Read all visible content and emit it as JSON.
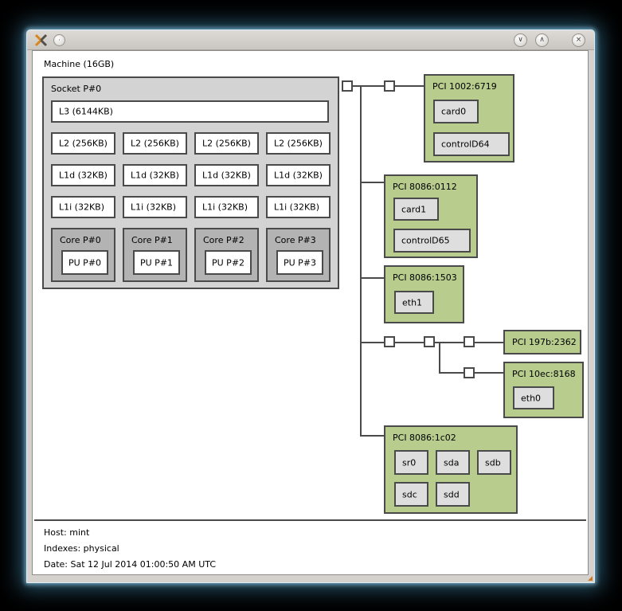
{
  "titlebar": {
    "menu_dot": "·",
    "minimize_glyph": "∨",
    "maximize_glyph": "∧",
    "close_glyph": "×"
  },
  "machine": {
    "label": "Machine (16GB)"
  },
  "socket": {
    "label": "Socket P#0",
    "l3": "L3 (6144KB)",
    "l2": [
      "L2 (256KB)",
      "L2 (256KB)",
      "L2 (256KB)",
      "L2 (256KB)"
    ],
    "l1d": [
      "L1d (32KB)",
      "L1d (32KB)",
      "L1d (32KB)",
      "L1d (32KB)"
    ],
    "l1i": [
      "L1i (32KB)",
      "L1i (32KB)",
      "L1i (32KB)",
      "L1i (32KB)"
    ],
    "cores": [
      {
        "label": "Core P#0",
        "pu": "PU P#0"
      },
      {
        "label": "Core P#1",
        "pu": "PU P#1"
      },
      {
        "label": "Core P#2",
        "pu": "PU P#2"
      },
      {
        "label": "Core P#3",
        "pu": "PU P#3"
      }
    ]
  },
  "pci_devices": [
    {
      "label": "PCI 1002:6719",
      "children": [
        "card0",
        "controlD64"
      ]
    },
    {
      "label": "PCI 8086:0112",
      "children": [
        "card1",
        "controlD65"
      ]
    },
    {
      "label": "PCI 8086:1503",
      "children": [
        "eth1"
      ]
    },
    {
      "label": "PCI 197b:2362",
      "children": []
    },
    {
      "label": "PCI 10ec:8168",
      "children": [
        "eth0"
      ]
    },
    {
      "label": "PCI 8086:1c02",
      "children": [
        "sr0",
        "sda",
        "sdb",
        "sdc",
        "sdd"
      ]
    }
  ],
  "legend": {
    "host": "Host: mint",
    "indexes": "Indexes: physical",
    "date": "Date: Sat 12 Jul 2014 01:00:50 AM UTC"
  },
  "colors": {
    "pci_green": "#b8cc8e",
    "socket_gray": "#d3d3d3",
    "core_gray": "#b3b3b3",
    "device_gray": "#dedede",
    "box_border": "#4a4a4a"
  }
}
